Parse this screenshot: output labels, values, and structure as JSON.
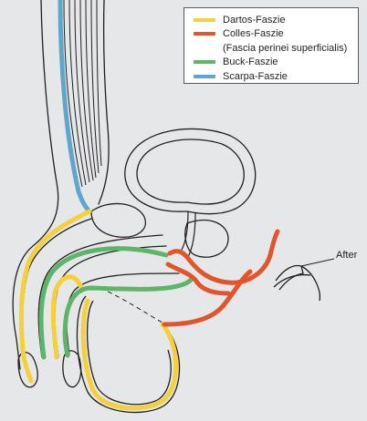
{
  "legend": {
    "items": [
      {
        "key": "dartos",
        "label": "Dartos-Faszie",
        "color": "#f4d03a",
        "swatch": true
      },
      {
        "key": "colles",
        "label": "Colles-Faszie",
        "color": "#e2552b",
        "swatch": true
      },
      {
        "key": "colles_sub",
        "label": "(Fascia perinei superficialis)",
        "color": "",
        "swatch": false
      },
      {
        "key": "buck",
        "label": "Buck-Faszie",
        "color": "#5db56a",
        "swatch": true
      },
      {
        "key": "scarpa",
        "label": "Scarpa-Faszie",
        "color": "#5ea6cc",
        "swatch": true
      }
    ]
  },
  "annotations": {
    "after": "After"
  },
  "colors": {
    "background": "#e6e7e8",
    "outline": "#231f20",
    "dartos": "#f4d03a",
    "colles": "#e2552b",
    "buck": "#5db56a",
    "scarpa": "#5ea6cc"
  }
}
